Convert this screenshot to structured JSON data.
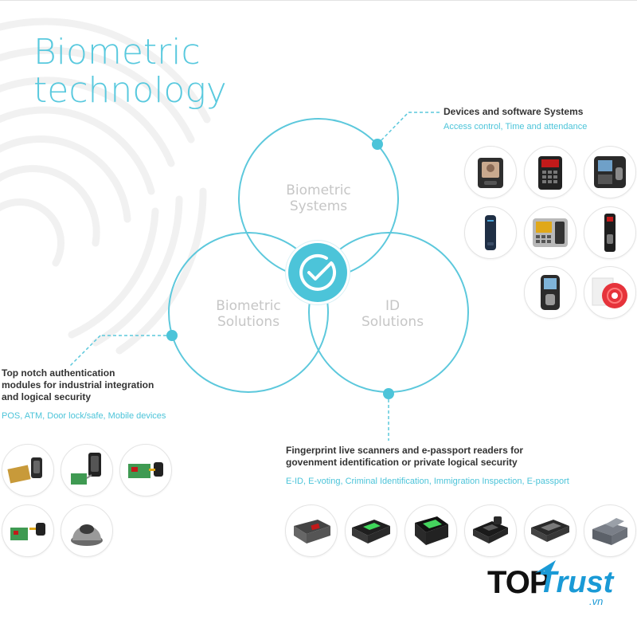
{
  "title": {
    "line1": "Biometric",
    "line2": "technology"
  },
  "circles": {
    "systems": {
      "line1": "Biometric",
      "line2": "Systems"
    },
    "solutions": {
      "line1": "Biometric",
      "line2": "Solutions"
    },
    "id": {
      "line1": "ID",
      "line2": "Solutions"
    }
  },
  "blocks": {
    "devices": {
      "title": "Devices and software Systems",
      "subtitle": "Access control, Time and attendance"
    },
    "modules": {
      "title_lines": [
        "Top notch authentication",
        "modules for industrial integration",
        "and logical security"
      ],
      "subtitle": "POS, ATM, Door lock/safe, Mobile devices"
    },
    "scanners": {
      "title_lines": [
        "Fingerprint live scanners and e-passport readers for",
        "govenment identification or private logical security"
      ],
      "subtitle": "E-ID, E-voting, Criminal Identification, Immigration Inspection, E-passport"
    }
  },
  "logo": {
    "top": "TOP",
    "trust": "Trust",
    "vn": ".vn"
  },
  "icons": {
    "center": "check-circle-icon",
    "devices": [
      "face-terminal-icon",
      "keypad-reader-icon",
      "fingerprint-terminal-icon",
      "slim-card-reader-icon",
      "time-attendance-terminal-icon",
      "slim-fingerprint-reader-icon",
      "handheld-fingerprint-device-icon",
      "software-cd-icon"
    ],
    "modules": [
      "fingerprint-module-board-icon",
      "fingerprint-sensor-module-icon",
      "compact-module-board-icon",
      "small-module-board-icon",
      "usb-fingerprint-scanner-icon"
    ],
    "scanners": [
      "fingerprint-scanner-icon",
      "green-livescan-icon",
      "ten-print-scanner-icon",
      "dual-finger-scanner-icon",
      "palm-scanner-icon",
      "passport-reader-icon"
    ]
  },
  "colors": {
    "accent": "#4cc4d9",
    "title": "#59c9de",
    "text": "#333333",
    "circle_text": "#c6c6c6",
    "logo_blue": "#1a9ad6"
  }
}
